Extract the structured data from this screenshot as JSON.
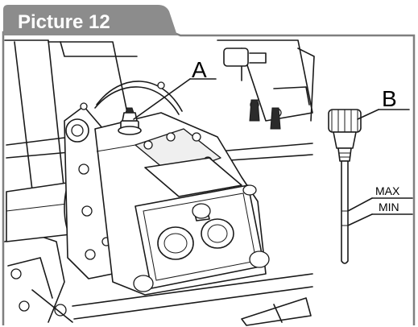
{
  "header": {
    "title": "Picture 12",
    "tab_fill": "#8c8c8c",
    "frame_stroke": "#7f7f7f"
  },
  "callouts": {
    "a_label": "A",
    "b_label": "B"
  },
  "dipstick": {
    "max_label": "MAX",
    "min_label": "MIN"
  }
}
